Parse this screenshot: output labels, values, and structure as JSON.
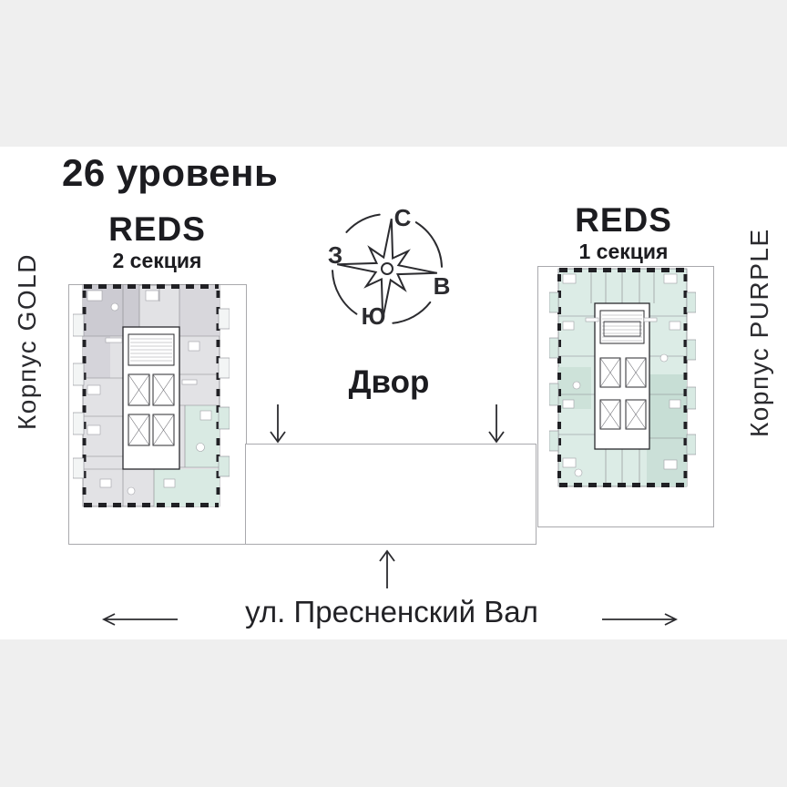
{
  "page": {
    "title": "26 уровень"
  },
  "buildings": {
    "gold": {
      "brand": "REDS",
      "section": "2 секция",
      "wing": "Корпус GOLD"
    },
    "purple": {
      "brand": "REDS",
      "section": "1 секция",
      "wing": "Корпус PURPLE"
    }
  },
  "compass": {
    "north": "С",
    "east": "В",
    "south": "Ю",
    "west": "З"
  },
  "courtyard": {
    "label": "Двор"
  },
  "street": {
    "label": "ул. Пресненский Вал"
  },
  "colors": {
    "background": "#efefef",
    "canvas": "#ffffff",
    "text": "#1c1c20",
    "gold_room": "#e2e2e5",
    "gold_room_dark": "#cccbd2",
    "purple_room": "#dcece6",
    "purple_room_dark": "#c7ded5",
    "teal_accent": "#d9eae3",
    "wall": "#202024",
    "plot_outline": "#a9a9ad"
  }
}
